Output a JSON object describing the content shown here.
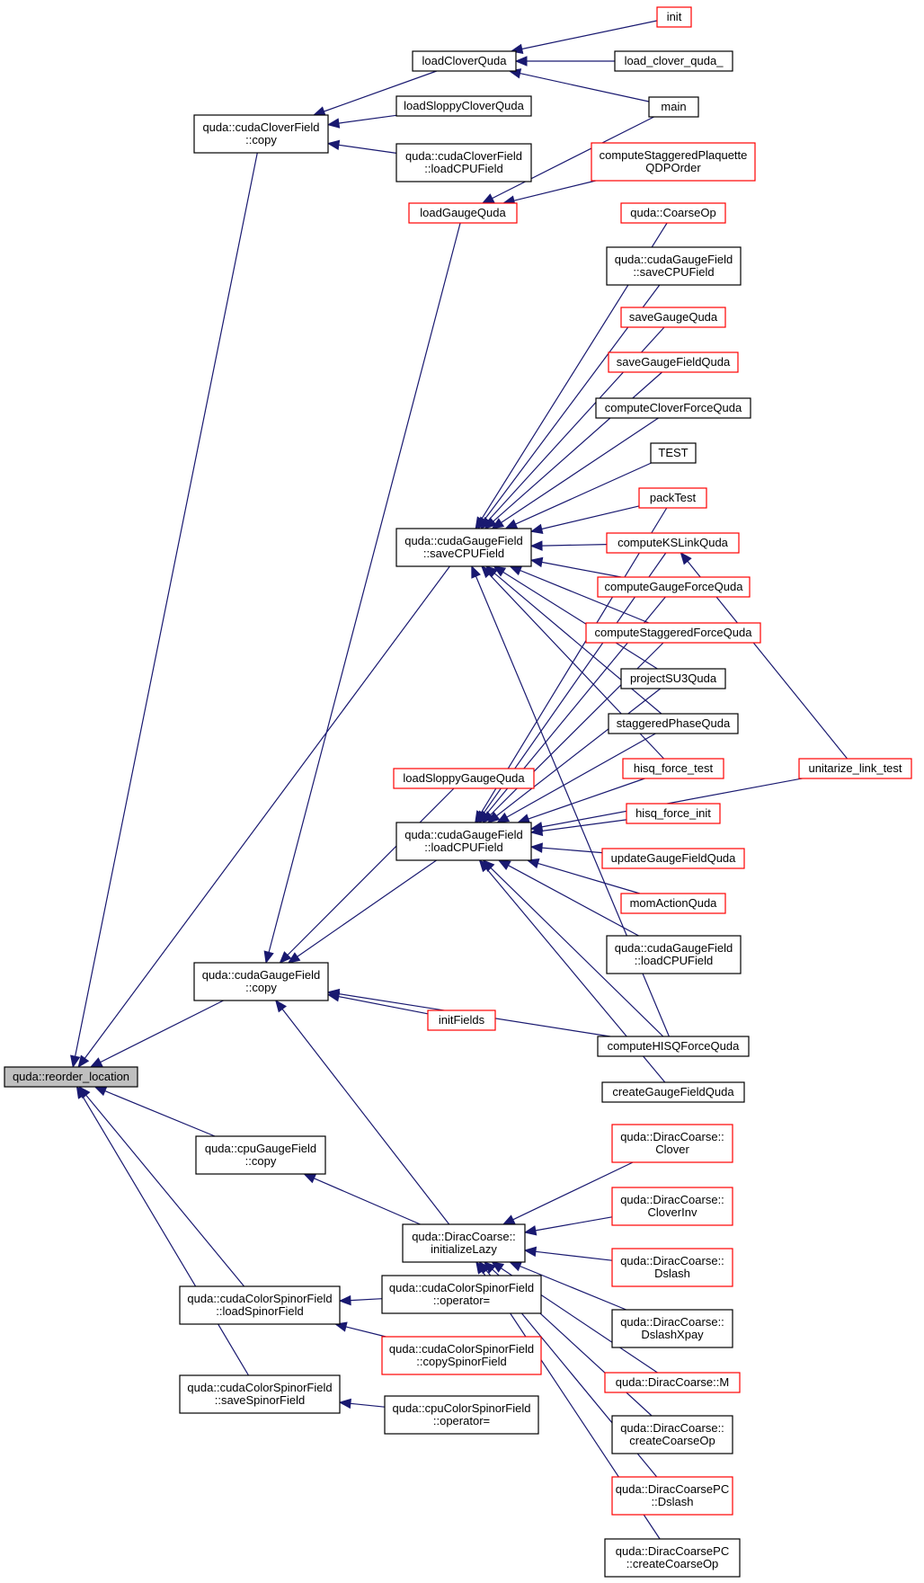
{
  "colors": {
    "edge": "#191970",
    "border_normal": "#000000",
    "border_truncated": "#ff0000",
    "fill_root": "#bfbfbf",
    "fill_node": "#ffffff"
  },
  "nodes": [
    {
      "id": "reorder_location",
      "lines": [
        "quda::reorder_location"
      ],
      "kind": "root"
    },
    {
      "id": "cudaCloverField_copy",
      "lines": [
        "quda::cudaCloverField",
        "::copy"
      ],
      "kind": "normal"
    },
    {
      "id": "cudaGaugeField_copy",
      "lines": [
        "quda::cudaGaugeField",
        "::copy"
      ],
      "kind": "normal"
    },
    {
      "id": "cpuGaugeField_copy",
      "lines": [
        "quda::cpuGaugeField",
        "::copy"
      ],
      "kind": "normal"
    },
    {
      "id": "cudaColorSpinorField_loadSpinorField",
      "lines": [
        "quda::cudaColorSpinorField",
        "::loadSpinorField"
      ],
      "kind": "normal"
    },
    {
      "id": "cudaColorSpinorField_saveSpinorField",
      "lines": [
        "quda::cudaColorSpinorField",
        "::saveSpinorField"
      ],
      "kind": "normal"
    },
    {
      "id": "cudaGaugeField_saveCPUField_main",
      "lines": [
        "quda::cudaGaugeField",
        "::saveCPUField"
      ],
      "kind": "normal"
    },
    {
      "id": "cudaGaugeField_loadCPUField_main",
      "lines": [
        "quda::cudaGaugeField",
        "::loadCPUField"
      ],
      "kind": "normal"
    },
    {
      "id": "DiracCoarse_initializeLazy",
      "lines": [
        "quda::DiracCoarse::",
        "initializeLazy"
      ],
      "kind": "normal"
    },
    {
      "id": "loadCloverQuda",
      "lines": [
        "loadCloverQuda"
      ],
      "kind": "normal"
    },
    {
      "id": "loadSloppyCloverQuda",
      "lines": [
        "loadSloppyCloverQuda"
      ],
      "kind": "normal"
    },
    {
      "id": "cudaCloverField_loadCPUField",
      "lines": [
        "quda::cudaCloverField",
        "::loadCPUField"
      ],
      "kind": "normal"
    },
    {
      "id": "loadGaugeQuda",
      "lines": [
        "loadGaugeQuda"
      ],
      "kind": "truncated"
    },
    {
      "id": "loadSloppyGaugeQuda",
      "lines": [
        "loadSloppyGaugeQuda"
      ],
      "kind": "truncated"
    },
    {
      "id": "initFields",
      "lines": [
        "initFields"
      ],
      "kind": "truncated"
    },
    {
      "id": "init",
      "lines": [
        "init"
      ],
      "kind": "truncated"
    },
    {
      "id": "load_clover_quda_",
      "lines": [
        "load_clover_quda_"
      ],
      "kind": "normal"
    },
    {
      "id": "main",
      "lines": [
        "main"
      ],
      "kind": "normal"
    },
    {
      "id": "computeStaggeredPlaquetteQDPOrder",
      "lines": [
        "computeStaggeredPlaquette",
        "QDPOrder"
      ],
      "kind": "truncated"
    },
    {
      "id": "CoarseOp",
      "lines": [
        "quda::CoarseOp"
      ],
      "kind": "truncated"
    },
    {
      "id": "cudaGaugeField_saveCPUField_2",
      "lines": [
        "quda::cudaGaugeField",
        "::saveCPUField"
      ],
      "kind": "normal"
    },
    {
      "id": "saveGaugeQuda",
      "lines": [
        "saveGaugeQuda"
      ],
      "kind": "truncated"
    },
    {
      "id": "saveGaugeFieldQuda",
      "lines": [
        "saveGaugeFieldQuda"
      ],
      "kind": "truncated"
    },
    {
      "id": "computeCloverForceQuda",
      "lines": [
        "computeCloverForceQuda"
      ],
      "kind": "normal"
    },
    {
      "id": "TEST",
      "lines": [
        "TEST"
      ],
      "kind": "normal"
    },
    {
      "id": "packTest",
      "lines": [
        "packTest"
      ],
      "kind": "truncated"
    },
    {
      "id": "computeKSLinkQuda",
      "lines": [
        "computeKSLinkQuda"
      ],
      "kind": "truncated"
    },
    {
      "id": "computeGaugeForceQuda",
      "lines": [
        "computeGaugeForceQuda"
      ],
      "kind": "truncated"
    },
    {
      "id": "computeStaggeredForceQuda",
      "lines": [
        "computeStaggeredForceQuda"
      ],
      "kind": "truncated"
    },
    {
      "id": "projectSU3Quda",
      "lines": [
        "projectSU3Quda"
      ],
      "kind": "normal"
    },
    {
      "id": "staggeredPhaseQuda",
      "lines": [
        "staggeredPhaseQuda"
      ],
      "kind": "normal"
    },
    {
      "id": "hisq_force_test",
      "lines": [
        "hisq_force_test"
      ],
      "kind": "truncated"
    },
    {
      "id": "hisq_force_init",
      "lines": [
        "hisq_force_init"
      ],
      "kind": "truncated"
    },
    {
      "id": "updateGaugeFieldQuda",
      "lines": [
        "updateGaugeFieldQuda"
      ],
      "kind": "truncated"
    },
    {
      "id": "momActionQuda",
      "lines": [
        "momActionQuda"
      ],
      "kind": "truncated"
    },
    {
      "id": "cudaGaugeField_loadCPUField_2",
      "lines": [
        "quda::cudaGaugeField",
        "::loadCPUField"
      ],
      "kind": "normal"
    },
    {
      "id": "computeHISQForceQuda",
      "lines": [
        "computeHISQForceQuda"
      ],
      "kind": "normal"
    },
    {
      "id": "createGaugeFieldQuda",
      "lines": [
        "createGaugeFieldQuda"
      ],
      "kind": "normal"
    },
    {
      "id": "unitarize_link_test",
      "lines": [
        "unitarize_link_test"
      ],
      "kind": "truncated"
    },
    {
      "id": "DiracCoarse_Clover",
      "lines": [
        "quda::DiracCoarse::",
        "Clover"
      ],
      "kind": "truncated"
    },
    {
      "id": "DiracCoarse_CloverInv",
      "lines": [
        "quda::DiracCoarse::",
        "CloverInv"
      ],
      "kind": "truncated"
    },
    {
      "id": "DiracCoarse_Dslash",
      "lines": [
        "quda::DiracCoarse::",
        "Dslash"
      ],
      "kind": "truncated"
    },
    {
      "id": "DiracCoarse_DslashXpay",
      "lines": [
        "quda::DiracCoarse::",
        "DslashXpay"
      ],
      "kind": "normal"
    },
    {
      "id": "DiracCoarse_M",
      "lines": [
        "quda::DiracCoarse::M"
      ],
      "kind": "truncated"
    },
    {
      "id": "DiracCoarse_createCoarseOp",
      "lines": [
        "quda::DiracCoarse::",
        "createCoarseOp"
      ],
      "kind": "normal"
    },
    {
      "id": "DiracCoarsePC_Dslash",
      "lines": [
        "quda::DiracCoarsePC",
        "::Dslash"
      ],
      "kind": "truncated"
    },
    {
      "id": "DiracCoarsePC_createCoarseOp",
      "lines": [
        "quda::DiracCoarsePC",
        "::createCoarseOp"
      ],
      "kind": "normal"
    },
    {
      "id": "cudaColorSpinorField_operator_eq",
      "lines": [
        "quda::cudaColorSpinorField",
        "::operator="
      ],
      "kind": "normal"
    },
    {
      "id": "cudaColorSpinorField_copySpinorField",
      "lines": [
        "quda::cudaColorSpinorField",
        "::copySpinorField"
      ],
      "kind": "truncated"
    },
    {
      "id": "cpuColorSpinorField_operator_eq",
      "lines": [
        "quda::cpuColorSpinorField",
        "::operator="
      ],
      "kind": "normal"
    }
  ],
  "edges": [
    [
      "reorder_location",
      "cudaCloverField_copy"
    ],
    [
      "reorder_location",
      "cudaGaugeField_saveCPUField_main"
    ],
    [
      "reorder_location",
      "cudaGaugeField_copy"
    ],
    [
      "reorder_location",
      "cpuGaugeField_copy"
    ],
    [
      "reorder_location",
      "cudaColorSpinorField_loadSpinorField"
    ],
    [
      "reorder_location",
      "cudaColorSpinorField_saveSpinorField"
    ],
    [
      "cudaCloverField_copy",
      "loadCloverQuda"
    ],
    [
      "cudaCloverField_copy",
      "loadSloppyCloverQuda"
    ],
    [
      "cudaCloverField_copy",
      "cudaCloverField_loadCPUField"
    ],
    [
      "loadCloverQuda",
      "init"
    ],
    [
      "loadCloverQuda",
      "load_clover_quda_"
    ],
    [
      "loadCloverQuda",
      "main"
    ],
    [
      "loadGaugeQuda",
      "main"
    ],
    [
      "loadGaugeQuda",
      "computeStaggeredPlaquetteQDPOrder"
    ],
    [
      "cudaGaugeField_copy",
      "loadGaugeQuda"
    ],
    [
      "cudaGaugeField_copy",
      "loadSloppyGaugeQuda"
    ],
    [
      "cudaGaugeField_copy",
      "cudaGaugeField_loadCPUField_main"
    ],
    [
      "cudaGaugeField_copy",
      "initFields"
    ],
    [
      "cudaGaugeField_copy",
      "computeHISQForceQuda"
    ],
    [
      "cudaGaugeField_copy",
      "DiracCoarse_initializeLazy"
    ],
    [
      "cudaGaugeField_saveCPUField_main",
      "CoarseOp"
    ],
    [
      "cudaGaugeField_saveCPUField_main",
      "cudaGaugeField_saveCPUField_2"
    ],
    [
      "cudaGaugeField_saveCPUField_main",
      "saveGaugeQuda"
    ],
    [
      "cudaGaugeField_saveCPUField_main",
      "saveGaugeFieldQuda"
    ],
    [
      "cudaGaugeField_saveCPUField_main",
      "computeCloverForceQuda"
    ],
    [
      "cudaGaugeField_saveCPUField_main",
      "TEST"
    ],
    [
      "cudaGaugeField_saveCPUField_main",
      "packTest"
    ],
    [
      "cudaGaugeField_saveCPUField_main",
      "computeKSLinkQuda"
    ],
    [
      "cudaGaugeField_saveCPUField_main",
      "computeGaugeForceQuda"
    ],
    [
      "cudaGaugeField_saveCPUField_main",
      "computeStaggeredForceQuda"
    ],
    [
      "cudaGaugeField_saveCPUField_main",
      "projectSU3Quda"
    ],
    [
      "cudaGaugeField_saveCPUField_main",
      "staggeredPhaseQuda"
    ],
    [
      "cudaGaugeField_saveCPUField_main",
      "hisq_force_test"
    ],
    [
      "cudaGaugeField_saveCPUField_main",
      "computeHISQForceQuda"
    ],
    [
      "cudaGaugeField_loadCPUField_main",
      "packTest"
    ],
    [
      "cudaGaugeField_loadCPUField_main",
      "computeKSLinkQuda"
    ],
    [
      "cudaGaugeField_loadCPUField_main",
      "computeGaugeForceQuda"
    ],
    [
      "cudaGaugeField_loadCPUField_main",
      "computeStaggeredForceQuda"
    ],
    [
      "cudaGaugeField_loadCPUField_main",
      "projectSU3Quda"
    ],
    [
      "cudaGaugeField_loadCPUField_main",
      "staggeredPhaseQuda"
    ],
    [
      "cudaGaugeField_loadCPUField_main",
      "hisq_force_test"
    ],
    [
      "cudaGaugeField_loadCPUField_main",
      "hisq_force_init"
    ],
    [
      "cudaGaugeField_loadCPUField_main",
      "updateGaugeFieldQuda"
    ],
    [
      "cudaGaugeField_loadCPUField_main",
      "momActionQuda"
    ],
    [
      "cudaGaugeField_loadCPUField_main",
      "cudaGaugeField_loadCPUField_2"
    ],
    [
      "cudaGaugeField_loadCPUField_main",
      "computeHISQForceQuda"
    ],
    [
      "cudaGaugeField_loadCPUField_main",
      "createGaugeFieldQuda"
    ],
    [
      "cudaGaugeField_loadCPUField_main",
      "unitarize_link_test"
    ],
    [
      "computeKSLinkQuda",
      "unitarize_link_test"
    ],
    [
      "cpuGaugeField_copy",
      "DiracCoarse_initializeLazy"
    ],
    [
      "DiracCoarse_initializeLazy",
      "DiracCoarse_Clover"
    ],
    [
      "DiracCoarse_initializeLazy",
      "DiracCoarse_CloverInv"
    ],
    [
      "DiracCoarse_initializeLazy",
      "DiracCoarse_Dslash"
    ],
    [
      "DiracCoarse_initializeLazy",
      "DiracCoarse_DslashXpay"
    ],
    [
      "DiracCoarse_initializeLazy",
      "DiracCoarse_M"
    ],
    [
      "DiracCoarse_initializeLazy",
      "DiracCoarse_createCoarseOp"
    ],
    [
      "DiracCoarse_initializeLazy",
      "DiracCoarsePC_Dslash"
    ],
    [
      "DiracCoarse_initializeLazy",
      "DiracCoarsePC_createCoarseOp"
    ],
    [
      "cudaColorSpinorField_loadSpinorField",
      "cudaColorSpinorField_operator_eq"
    ],
    [
      "cudaColorSpinorField_loadSpinorField",
      "cudaColorSpinorField_copySpinorField"
    ],
    [
      "cudaColorSpinorField_saveSpinorField",
      "cpuColorSpinorField_operator_eq"
    ]
  ]
}
